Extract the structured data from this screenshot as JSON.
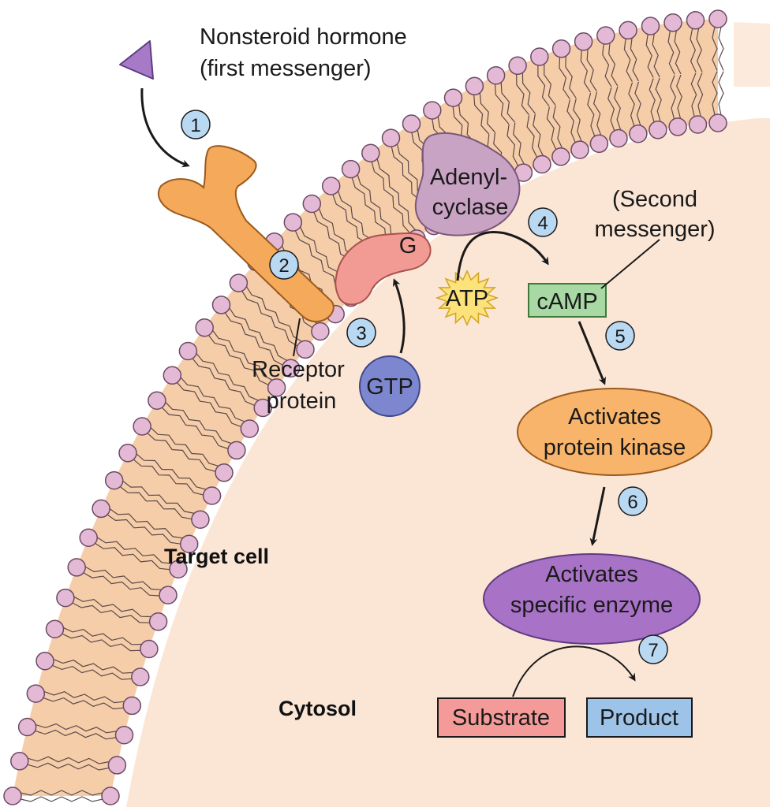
{
  "labels": {
    "hormone_line1": "Nonsteroid hormone",
    "hormone_line2": "(first messenger)",
    "adenyl_line1": "Adenyl-",
    "adenyl_line2": "cyclase",
    "second_line1": "(Second",
    "second_line2": "messenger)",
    "g_protein": "G",
    "atp": "ATP",
    "camp": "cAMP",
    "gtp": "GTP",
    "receptor_line1": "Receptor",
    "receptor_line2": "protein",
    "kinase_line1": "Activates",
    "kinase_line2": "protein kinase",
    "enzyme_line1": "Activates",
    "enzyme_line2": "specific enzyme",
    "target_cell": "Target cell",
    "cytosol": "Cytosol",
    "substrate": "Substrate",
    "product": "Product"
  },
  "steps": [
    "1",
    "2",
    "3",
    "4",
    "5",
    "6",
    "7"
  ],
  "colors": {
    "cytosol": "#fbe6d6",
    "membrane_core": "#f6cda9",
    "lipid_head": "#e4b9d6",
    "receptor": "#f5a95a",
    "hormone": "#a77ac8",
    "adenylyl_cyclase": "#c9a3c4",
    "g_protein": "#f29a94",
    "gtp": "#7d87cf",
    "atp_star": "#fbe27a",
    "camp": "#a8d9a4",
    "kinase": "#f7b46a",
    "enzyme": "#a873c6",
    "substrate": "#f49a98",
    "product": "#9dc4e8",
    "step_badge": "#b9d8f2"
  }
}
